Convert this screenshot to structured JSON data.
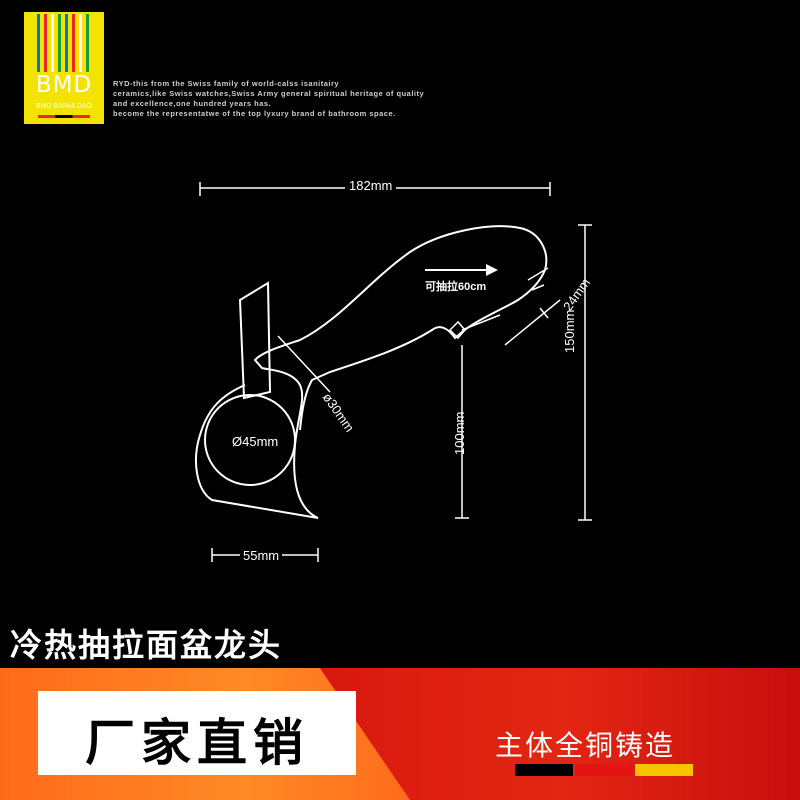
{
  "brand": {
    "logo_text": "BMD",
    "logo_subtext": "BMD BAIMA DAO",
    "stripe_colors": [
      "#0077c8",
      "#e62a2a",
      "#ffffff",
      "#1a9b3c",
      "#0077c8",
      "#e62a2a",
      "#ffffff",
      "#1a9b3c"
    ],
    "accent_bar_colors": [
      "#e62a2a",
      "#000000",
      "#e62a2a"
    ]
  },
  "blurb": [
    "RYD-this from the Swiss family of world-calss isanitairy",
    "ceramics,like Swiss watches,Swiss Army general spiritual heritage of quality",
    "and excellence,one hundred years has.",
    "become the representatwe of the top lyxury brand of bathroom space."
  ],
  "dimensions": {
    "width_total": "182mm",
    "height_total": "150mm",
    "spout_height": "100mm",
    "base_width": "55mm",
    "base_diameter": "Ø45mm",
    "neck_diameter": "ø30mm",
    "head_diameter": "24mm",
    "pull_out": "可抽拉60cm"
  },
  "product_title": "冷热抽拉面盆龙头",
  "banner": {
    "headline": "厂家直销",
    "subtitle": "主体全铜铸造",
    "flag_colors": [
      "#000000",
      "#e41414",
      "#f6c400"
    ]
  }
}
